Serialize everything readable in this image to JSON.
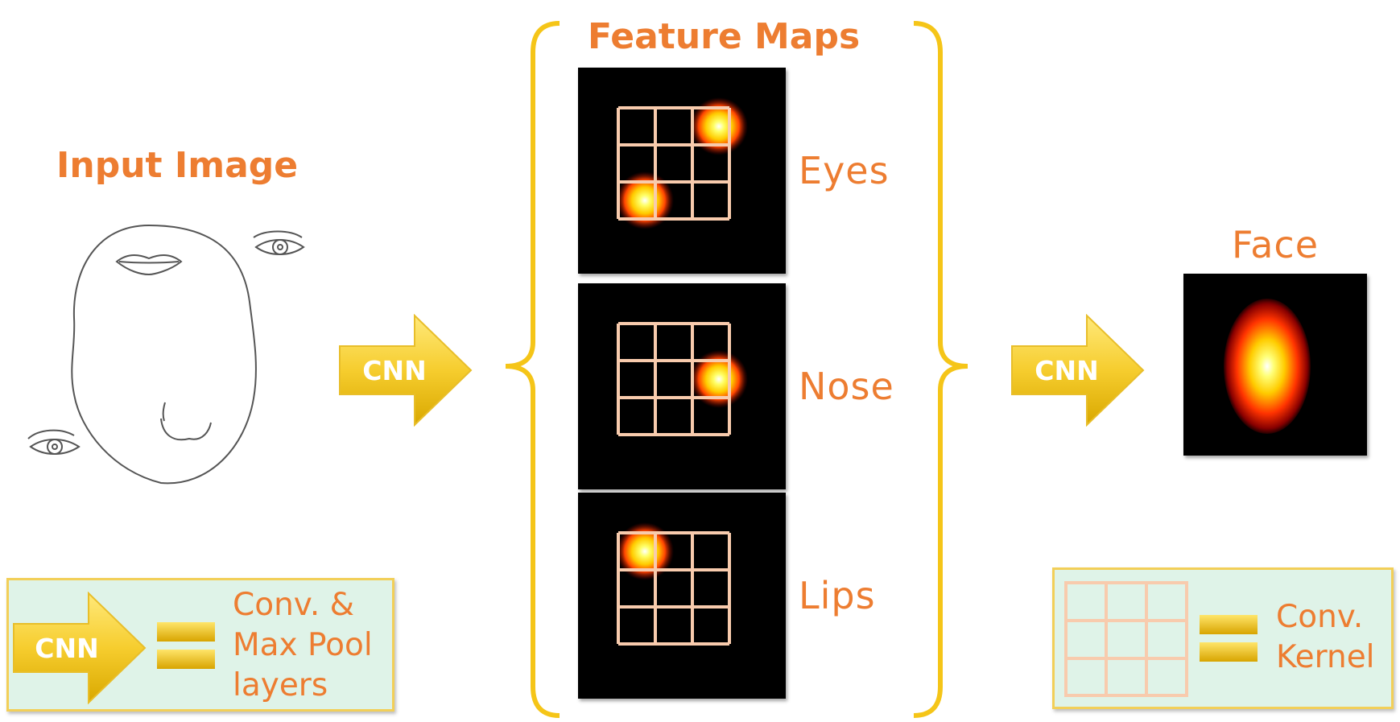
{
  "input": {
    "title": "Input Image"
  },
  "feature_maps": {
    "title": "Feature Maps",
    "maps": [
      {
        "label": "Eyes",
        "hotspot_cells": [
          [
            0,
            2
          ],
          [
            2,
            0
          ]
        ]
      },
      {
        "label": "Nose",
        "hotspot_cells": [
          [
            2,
            1
          ]
        ]
      },
      {
        "label": "Lips",
        "hotspot_cells": [
          [
            0,
            0
          ]
        ]
      }
    ]
  },
  "arrows": {
    "label": "CNN"
  },
  "output": {
    "label": "Face"
  },
  "legend_left": {
    "arrow_label": "CNN",
    "text": "Conv. &\nMax Pool\nlayers"
  },
  "legend_right": {
    "text": "Conv.\nKernel"
  },
  "colors": {
    "accent": "#ED7D31",
    "brace": "#F5C518",
    "grid": "#F8CBAD",
    "legend_bg": "#DFF3E8"
  }
}
